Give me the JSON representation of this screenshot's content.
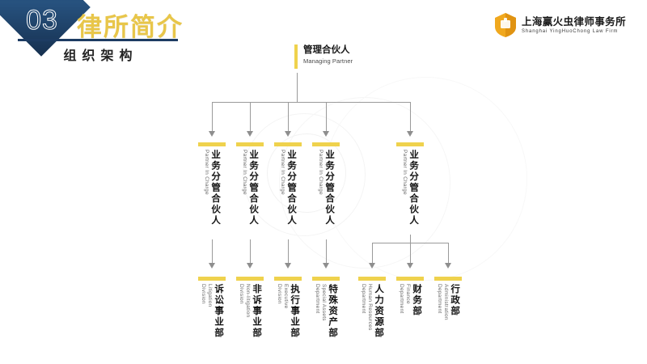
{
  "header": {
    "section_number": "03",
    "title_cn": "律所简介",
    "subtitle_cn": "组织架构"
  },
  "logo": {
    "icon": "shield-icon",
    "name_cn": "上海赢火虫律师事务所",
    "name_en": "Shanghai YingHuoChong Law Firm",
    "color": "#F0A81E"
  },
  "colors": {
    "gold": "#EFD24D",
    "navy": "#1D3C63",
    "line": "#9A9A9A",
    "text": "#141414"
  },
  "chart_data": {
    "type": "diagram",
    "title": "组织架构",
    "root": {
      "cn": "管理合伙人",
      "en": "Managing Partner"
    },
    "level2": [
      {
        "cn": "业务分管合伙人",
        "en": "Partner In Charge"
      },
      {
        "cn": "业务分管合伙人",
        "en": "Partner In Charge"
      },
      {
        "cn": "业务分管合伙人",
        "en": "Partner In Charge"
      },
      {
        "cn": "业务分管合伙人",
        "en": "Partner In Charge"
      },
      {
        "cn": "业务分管合伙人",
        "en": "Partner In Charge"
      }
    ],
    "level3": [
      {
        "cn": "诉讼事业部",
        "en": "Litigation\nDivision"
      },
      {
        "cn": "非诉事业部",
        "en": "Non-litigation\nDivision"
      },
      {
        "cn": "执行事业部",
        "en": "Executive\nDivision"
      },
      {
        "cn": "特殊资产部",
        "en": "Special Assets\nDepartment"
      },
      {
        "cn": "人力资源部",
        "en": "Human Resources\nDepartment"
      },
      {
        "cn": "财务部",
        "en": "Finance\nDepartment"
      },
      {
        "cn": "行政部",
        "en": "Administration\nDepartment"
      }
    ]
  }
}
